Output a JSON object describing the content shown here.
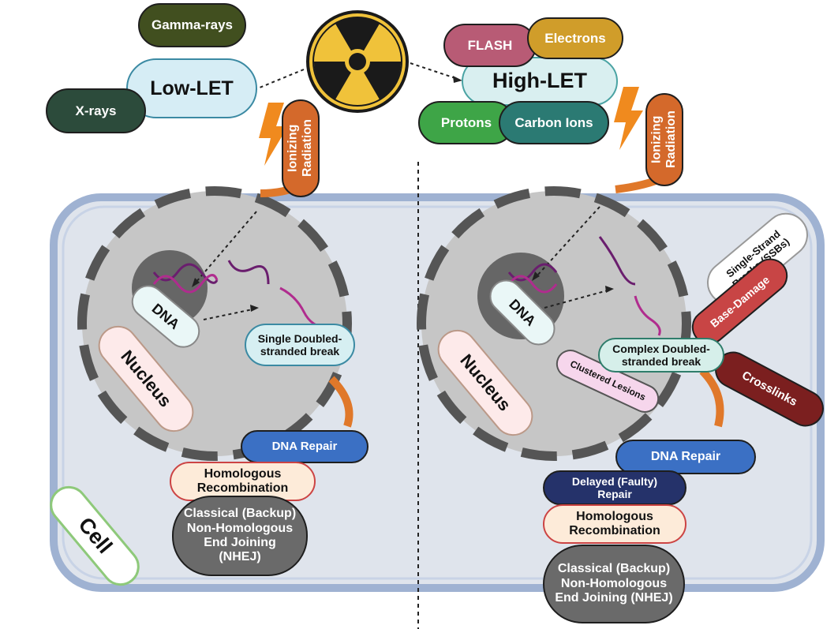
{
  "source_label": "",
  "low_let": {
    "title": "Low-LET",
    "sources": [
      "Gamma-rays",
      "X-rays"
    ]
  },
  "high_let": {
    "title": "High-LET",
    "sources": [
      "FLASH",
      "Electrons",
      "Protons",
      "Carbon Ions"
    ]
  },
  "ionizing_left": "Ionizing Radiation",
  "ionizing_right": "Ionizing Radiation",
  "left": {
    "dna": "DNA",
    "nucleus": "Nucleus",
    "break": "Single Doubled-stranded break",
    "repair": "DNA Repair",
    "hr": "Homologous Recombination",
    "nhej": "Classical (Backup) Non-Homologous End Joining (NHEJ)",
    "cell": "Cell"
  },
  "right": {
    "dna": "DNA",
    "nucleus": "Nucleus",
    "break": "Complex Doubled-stranded break",
    "ssb": "Single-Strand Breaks (SSBs)",
    "base": "Base-Damage",
    "crosslinks": "Crosslinks",
    "clustered": "Clustered Lesions",
    "repair": "DNA Repair",
    "delayed": "Delayed (Faulty) Repair",
    "hr": "Homologous Recombination",
    "nhej": "Classical (Backup) Non-Homologous End Joining (NHEJ)"
  },
  "colors": {
    "radiation_yellow": "#f0c23a",
    "cell_fill": "#dfe4ec",
    "cell_border": "#9fb2d2",
    "ionizing": "#d4692b",
    "dna_repair": "#3b70c4"
  }
}
